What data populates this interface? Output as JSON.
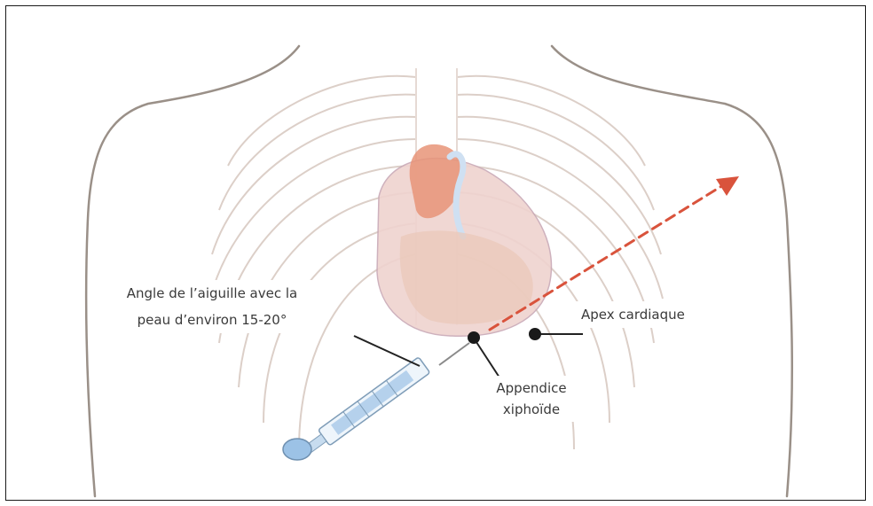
{
  "labels": {
    "angle_line1": "Angle de l’aiguille avec la",
    "angle_line2": "peau d’environ 15-20°",
    "apex": "Apex cardiaque",
    "xiphoid_line1": "Appendice",
    "xiphoid_line2": "xiphoïde"
  },
  "colors": {
    "outline": "#9a9088",
    "ribs": "#dccfc8",
    "heart_fill": "#efd3cf",
    "aorta": "#e89478",
    "arrow": "#d9533c",
    "syringe": "#9cc2e6"
  }
}
